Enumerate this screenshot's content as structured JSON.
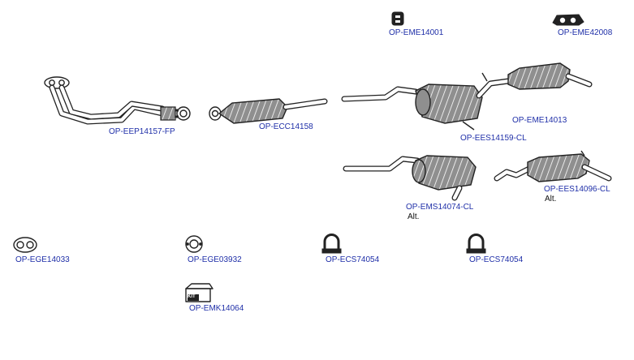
{
  "colors": {
    "label": "#1f2fa8",
    "line": "#222222",
    "body_fill": "#8f8f8f"
  },
  "parts": {
    "front_pipe": {
      "code": "OP-EEP14157-FP"
    },
    "catalyst": {
      "code": "OP-ECC14158"
    },
    "mount_top": {
      "code": "OP-EME14001"
    },
    "mount_pair": {
      "code": "OP-EME42008"
    },
    "rear_mount": {
      "code": "OP-EME14013"
    },
    "center_rear": {
      "code": "OP-EES14159-CL"
    },
    "middle_alt": {
      "code": "OP-EMS14074-CL",
      "note": "Alt."
    },
    "rear_alt": {
      "code": "OP-EES14096-CL",
      "note": "Alt."
    },
    "gasket_twin": {
      "code": "OP-EGE14033"
    },
    "gasket_ring": {
      "code": "OP-EGE03932"
    },
    "clamp_a": {
      "code": "OP-ECS74054"
    },
    "clamp_b": {
      "code": "OP-ECS74054"
    },
    "fitting_kit": {
      "code": "OP-EMK14064",
      "badge": "KIT"
    }
  }
}
